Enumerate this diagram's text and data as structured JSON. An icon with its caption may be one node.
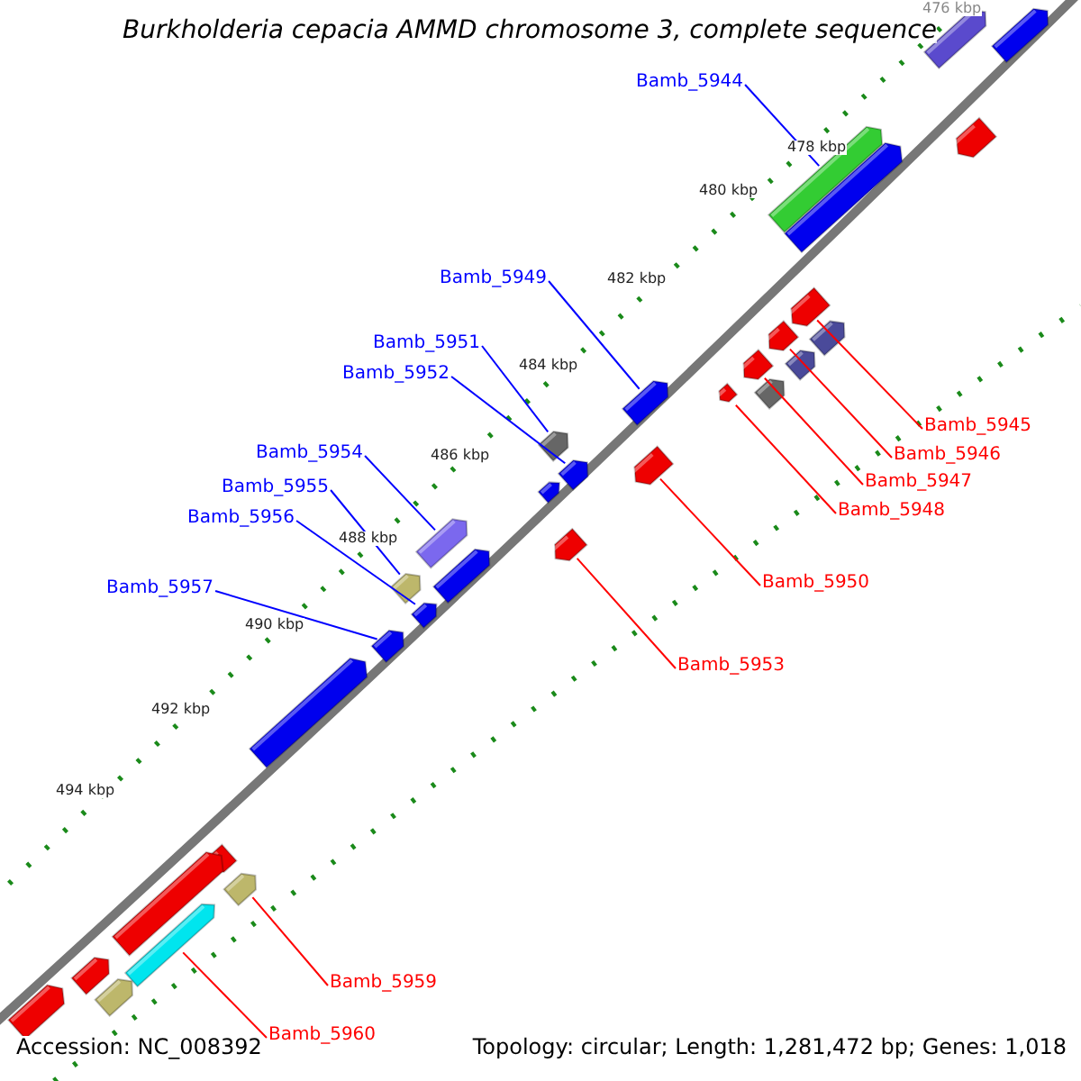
{
  "diagram": {
    "title": "Burkholderia cepacia AMMD chromosome 3, complete sequence",
    "nodes": [
      {
        "text": [
          "Bamb_5944"
        ]
      },
      {
        "text": [],
        "shape": "bar"
      },
      {
        "text": [
          "Bamb_5949"
        ]
      },
      {
        "text": [],
        "shape": "bar"
      },
      {
        "text": [
          "Bamb_5951"
        ]
      },
      {
        "text": [],
        "shape": "bar"
      },
      {
        "text": [
          "Bamb_5952"
        ]
      },
      {
        "text": [],
        "shape": "bar"
      },
      {
        "text": [
          "Bamb_5954"
        ]
      },
      {
        "text": [],
        "shape": "bar"
      },
      {
        "text": [
          "Bamb_5955"
        ]
      },
      {
        "text": [],
        "shape": "bar"
      },
      {
        "text": [
          "Bamb_5956"
        ]
      },
      {
        "text": [],
        "shape": "bar"
      },
      {
        "text": [
          "Bamb_5957"
        ]
      },
      {
        "text": [],
        "shape": "bar"
      },
      {
        "text": [
          "Bamb_5945"
        ]
      },
      {
        "text": [],
        "shape": "bar"
      },
      {
        "text": [
          "Bamb_5946"
        ]
      },
      {
        "text": [],
        "shape": "bar"
      },
      {
        "text": [
          "Bamb_5947"
        ]
      },
      {
        "text": [],
        "shape": "bar"
      },
      {
        "text": [
          "Bamb_5948"
        ]
      },
      {
        "text": [],
        "shape": "bar"
      },
      {
        "text": [
          "Bamb_5950"
        ]
      },
      {
        "text": [],
        "shape": "bar"
      },
      {
        "text": [
          "Bamb_5953"
        ]
      },
      {
        "text": [],
        "shape": "bar"
      },
      {
        "text": [
          "Bamb_5959"
        ]
      },
      {
        "text": [],
        "shape": "bar"
      },
      {
        "text": [
          "Bamb_5960"
        ]
      },
      {
        "text": [],
        "shape": "bar"
      },
      {
        "text": [],
        "shape": "bar"
      },
      {
        "text": [],
        "shape": "bar"
      },
      {
        "text": [],
        "shape": "bar"
      },
      {
        "text": [],
        "shape": "bar"
      },
      {
        "text": [],
        "shape": "bar"
      },
      {
        "text": [],
        "shape": "bar"
      },
      {
        "text": [],
        "shape": "bar"
      },
      {
        "text": [],
        "shape": "bar"
      },
      {
        "text": [],
        "shape": "bar"
      },
      {
        "text": [],
        "shape": "bar"
      },
      {
        "text": [],
        "shape": "bar"
      },
      {
        "text": [],
        "shape": "bar"
      },
      {
        "text": [],
        "shape": "bar"
      },
      {
        "text": [],
        "shape": "bar"
      },
      {
        "text": [],
        "shape": "bar"
      }
    ],
    "edges": [
      {
        "from": 0,
        "to": 1,
        "arrow": "none",
        "color": "#0000ff"
      },
      {
        "from": 2,
        "to": 3,
        "arrow": "none",
        "color": "#0000ff"
      },
      {
        "from": 4,
        "to": 5,
        "arrow": "none",
        "color": "#0000ff"
      },
      {
        "from": 6,
        "to": 7,
        "arrow": "none",
        "color": "#0000ff"
      },
      {
        "from": 8,
        "to": 9,
        "arrow": "none",
        "color": "#0000ff"
      },
      {
        "from": 10,
        "to": 11,
        "arrow": "none",
        "color": "#0000ff"
      },
      {
        "from": 12,
        "to": 13,
        "arrow": "none",
        "color": "#0000ff"
      },
      {
        "from": 14,
        "to": 15,
        "arrow": "none",
        "color": "#0000ff"
      },
      {
        "from": 16,
        "to": 17,
        "arrow": "none",
        "color": "#ff0000"
      },
      {
        "from": 18,
        "to": 19,
        "arrow": "none",
        "color": "#ff0000"
      },
      {
        "from": 20,
        "to": 21,
        "arrow": "none",
        "color": "#ff0000"
      },
      {
        "from": 22,
        "to": 23,
        "arrow": "none",
        "color": "#ff0000"
      },
      {
        "from": 24,
        "to": 25,
        "arrow": "none",
        "color": "#ff0000"
      },
      {
        "from": 26,
        "to": 27,
        "arrow": "none",
        "color": "#ff0000"
      },
      {
        "from": 28,
        "to": 29,
        "arrow": "none",
        "color": "#ff0000"
      },
      {
        "from": 30,
        "to": 31,
        "arrow": "none",
        "color": "#ff0000"
      }
    ],
    "labels": [
      "476 kbp",
      "478 kbp",
      "480 kbp",
      "482 kbp",
      "484 kbp",
      "486 kbp",
      "488 kbp",
      "490 kbp",
      "492 kbp",
      "494 kbp",
      "Accession: NC_008392",
      "Topology: circular; Length: 1,281,472 bp; Genes: 1,018"
    ]
  }
}
